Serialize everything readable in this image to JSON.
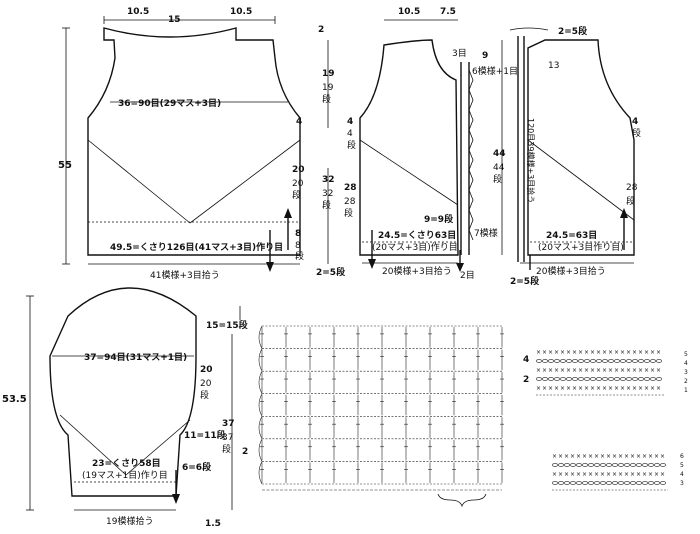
{
  "back": {
    "top_w1": "10.5",
    "top_w2": "15",
    "top_w3": "10.5",
    "height": "55",
    "width_label": "36=90目(29マス+3目)",
    "armhole_rows": "4",
    "side_top": "20",
    "side_top2": "20",
    "side_top3": "段",
    "side_bot": "8",
    "side_bot2": "8",
    "side_bot3": "段",
    "foundation": "49.5=くさり126目(41マス+3目)作り目",
    "pickup": "41模様+3目拾う",
    "shoulder_rows": "2",
    "v_19": "19",
    "v_19b": "19",
    "v_19c": "段",
    "v_32": "32",
    "v_32b": "32",
    "v_32c": "段",
    "v_2b": "2=5段"
  },
  "front": {
    "top_w1": "10.5",
    "top_w2": "7.5",
    "rows3": "3目",
    "pattern": "6模様+1目",
    "ninth": "9",
    "height44": "44",
    "height44b": "44",
    "height44c": "段",
    "arm4": "4",
    "arm4b": "4",
    "arm4c": "段",
    "side28": "28",
    "side28b": "28",
    "side28c": "段",
    "rows99": "9=9段",
    "pat7": "7模様",
    "width_label": "24.5=くさり63目",
    "foundation": "(20マス+3目)作り目",
    "pickup": "20模様+3目拾う",
    "bottom2": "2目"
  },
  "right": {
    "top_rows": "2=5段",
    "thirteen": "13",
    "front_band": "120目39模様+3目拾う",
    "arm4": "4",
    "arm4b": "段",
    "side28": "28",
    "side28b": "段",
    "width_label": "24.5=63目",
    "foundation": "(20マス+3目作り目)",
    "pickup": "20模様+3目拾う",
    "bottom": "2=5段"
  },
  "sleeve": {
    "height": "53.5",
    "cap": "15=15段",
    "width_label": "37=94目(31マス+1目)",
    "r20": "20",
    "r20b": "20",
    "r20c": "段",
    "r11": "11=11段",
    "r37": "37",
    "r37b": "37",
    "r37c": "段",
    "r6": "6=6段",
    "foundation1": "23=くさり58目",
    "foundation2": "(19マス+1目)作り目",
    "pickup": "19模様拾う",
    "bottom": "1.5"
  },
  "chart": {
    "row_label": "2",
    "edge_left4": "4",
    "edge_left2": "2",
    "nums_right": [
      "5",
      "4",
      "3",
      "2",
      "1"
    ],
    "nums_right2": [
      "6",
      "5",
      "4",
      "3"
    ]
  }
}
